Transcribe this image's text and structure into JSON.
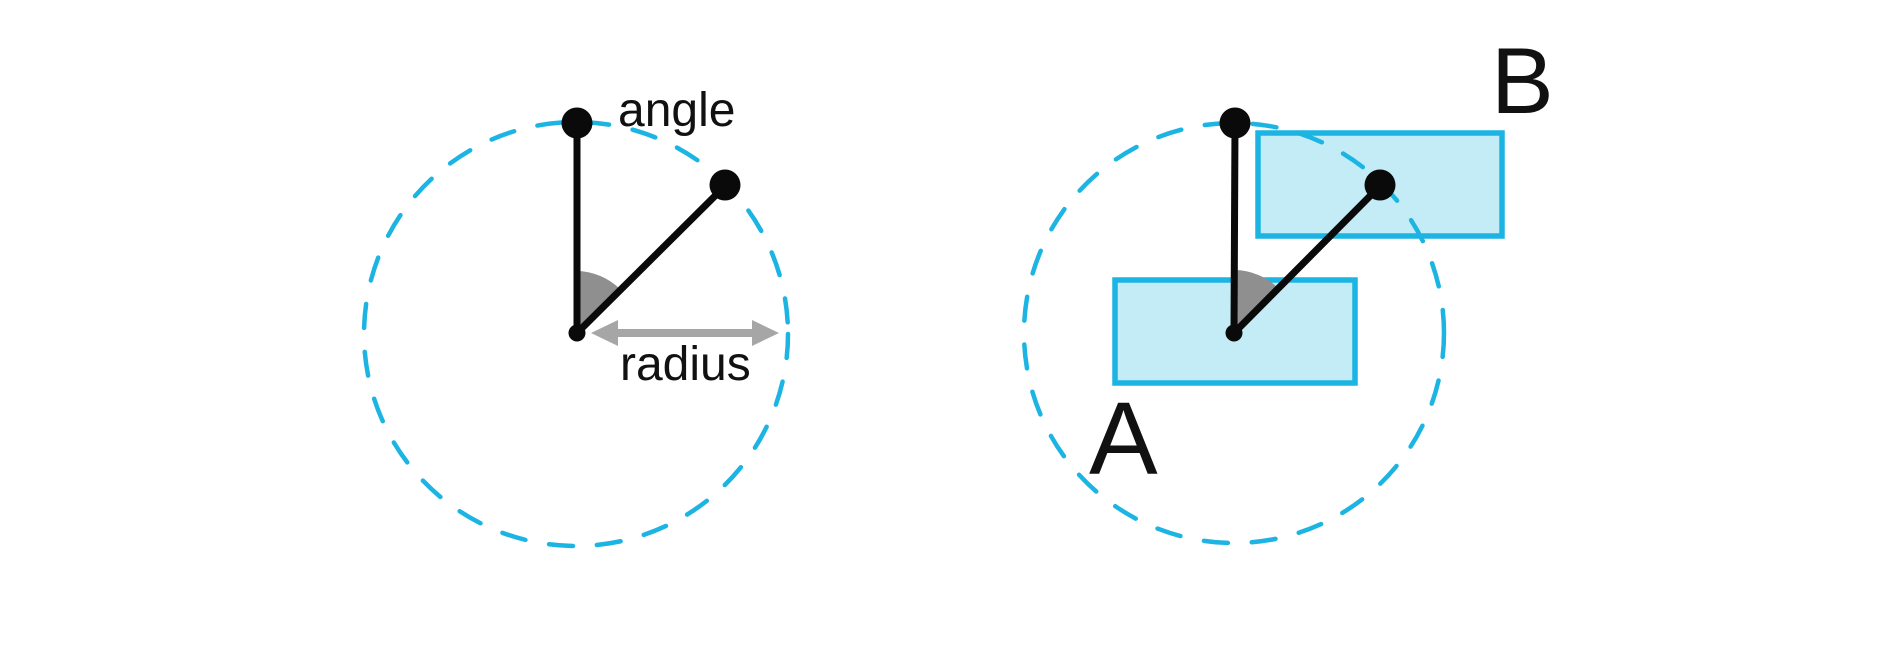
{
  "diagrams": {
    "polar": {
      "angle_label": "angle",
      "radius_label": "radius"
    },
    "boxes": {
      "box_a_label": "A",
      "box_b_label": "B"
    }
  },
  "colors": {
    "background": "#ffffff",
    "dashed_circle": "#1cb4e2",
    "box_fill": "#c3ecf6",
    "box_stroke": "#1cb4e2",
    "marker_black": "#0a0a0a",
    "angle_wedge_gray": "#8f8f8f",
    "radius_arrow_gray": "#a6a6a6",
    "label_text": "#111111"
  }
}
